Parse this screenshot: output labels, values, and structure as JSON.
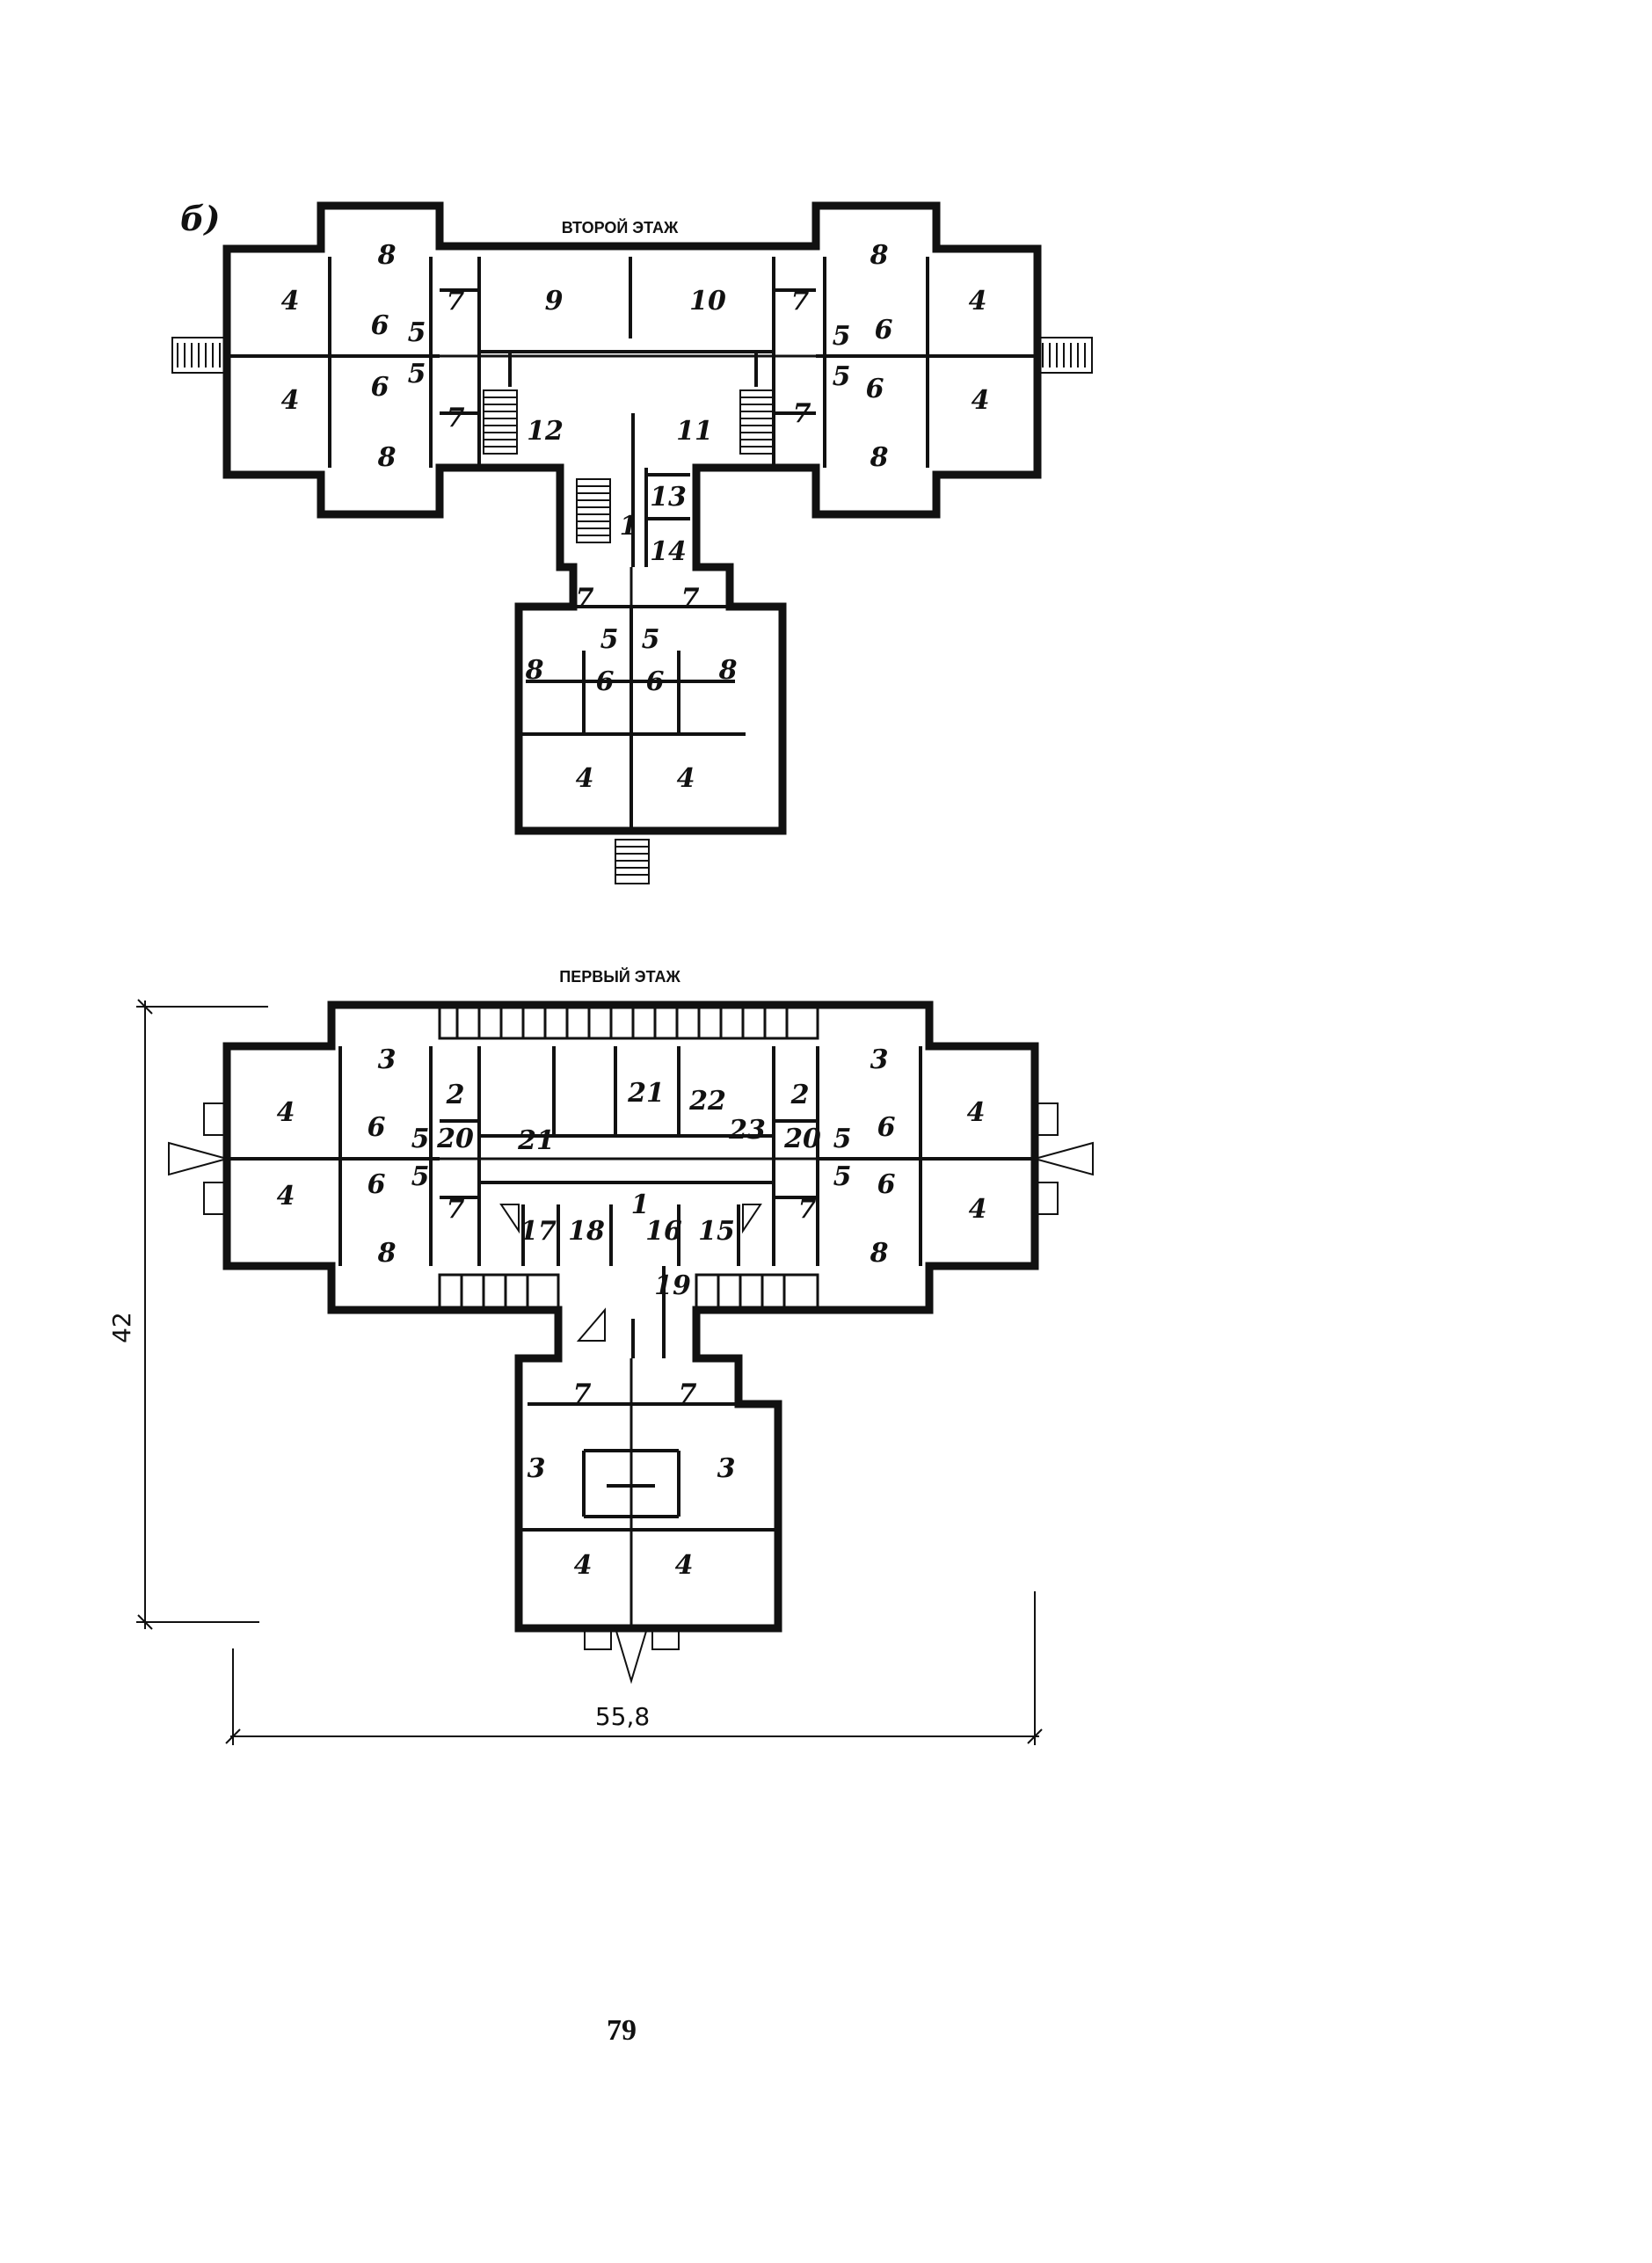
{
  "figure_letter": "б)",
  "second_floor": {
    "heading": "ВТОРОЙ ЭТАЖ",
    "labels": [
      "4",
      "8",
      "7",
      "6",
      "5",
      "5",
      "6",
      "4",
      "8",
      "7",
      "9",
      "10",
      "12",
      "11",
      "7",
      "5",
      "6",
      "5",
      "6",
      "7",
      "8",
      "4",
      "4",
      "8",
      "13",
      "1",
      "14",
      "7",
      "7",
      "5",
      "5",
      "8",
      "6",
      "6",
      "8",
      "4",
      "4"
    ]
  },
  "first_floor": {
    "heading": "ПЕРВЫЙ ЭТАЖ",
    "labels": [
      "3",
      "2",
      "4",
      "6",
      "5",
      "20",
      "5",
      "6",
      "4",
      "7",
      "8",
      "21",
      "22",
      "21",
      "23",
      "20",
      "2",
      "3",
      "5",
      "6",
      "4",
      "5",
      "6",
      "7",
      "8",
      "4",
      "1",
      "16",
      "15",
      "17",
      "18",
      "19",
      "7",
      "7",
      "3",
      "3",
      "4",
      "4"
    ]
  },
  "dimensions": {
    "height": "42",
    "width": "55,8"
  },
  "page_number": "79"
}
